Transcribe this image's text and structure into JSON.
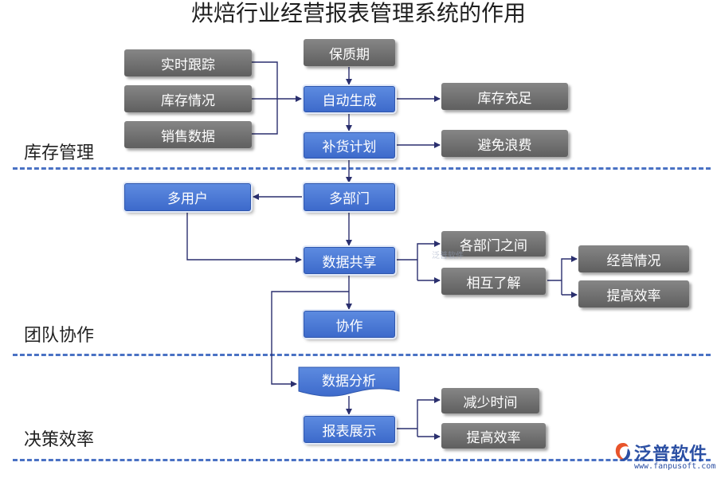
{
  "title": "烘焙行业经营报表管理系统的作用",
  "sections": {
    "inventory": "库存管理",
    "team": "团队协作",
    "decision": "决策效率"
  },
  "nodes": {
    "realtime_tracking": "实时跟踪",
    "inventory_status": "库存情况",
    "sales_data": "销售数据",
    "shelf_life": "保质期",
    "auto_generate": "自动生成",
    "stock_sufficient": "库存充足",
    "replenish_plan": "补货计划",
    "avoid_waste": "避免浪费",
    "multi_user": "多用户",
    "multi_dept": "多部门",
    "data_sharing": "数据共享",
    "between_depts": "各部门之间",
    "mutual_understanding": "相互了解",
    "business_status": "经营情况",
    "improve_efficiency_1": "提高效率",
    "collaboration": "协作",
    "data_analysis": "数据分析",
    "report_display": "报表展示",
    "reduce_time": "减少时间",
    "improve_efficiency_2": "提高效率"
  },
  "logo": {
    "name": "泛普软件",
    "url": "www.fanpusoft.com"
  },
  "watermark": "泛普软件",
  "colors": {
    "grey_node": "#6f6f6f",
    "blue_node": "#4a78d6",
    "divider": "#4a72c4",
    "arrow": "#2a2f6e"
  }
}
